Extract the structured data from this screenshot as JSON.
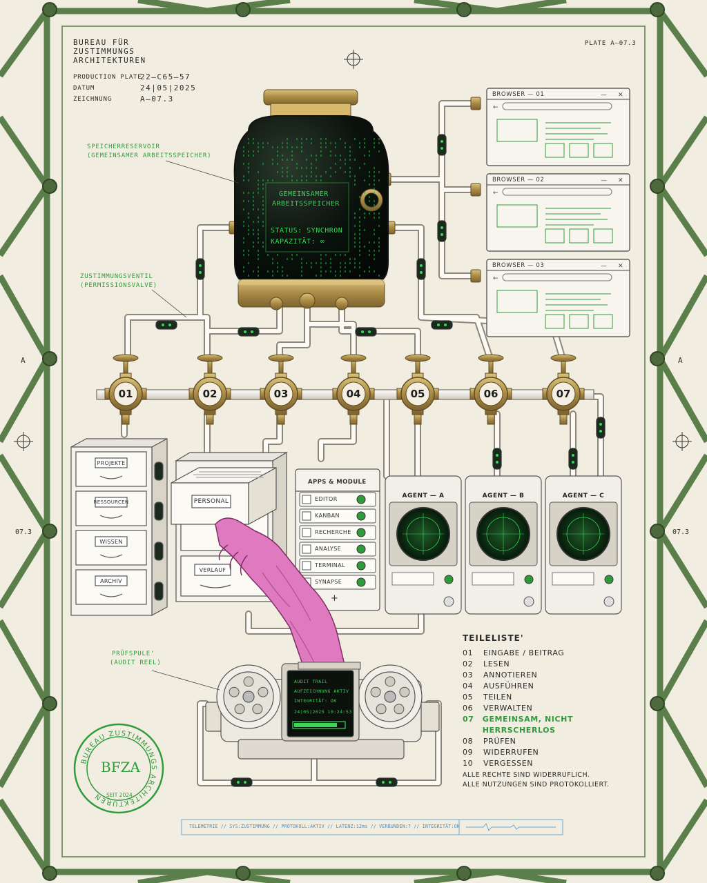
{
  "header": {
    "org_line1": "BUREAU FÜR",
    "org_line2": "ZUSTIMMUNGS",
    "org_line3": "ARCHITEKTUREN",
    "production_plate_label": "PRODUCTION PLATE",
    "production_plate_value": "22—C65—57",
    "datum_label": "DATUM",
    "datum_value": "24|05|2025",
    "zeichnung_label": "ZEICHNUNG",
    "zeichnung_value": "A—07.3",
    "plate_ref": "PLATE A—07.3"
  },
  "margins": {
    "left_letter": "A",
    "right_letter": "A",
    "left_number": "07.3",
    "right_number": "07.3"
  },
  "callouts": {
    "reservoir_line1": "SPEICHERRESERVOIR",
    "reservoir_line2": "(GEMEINSAMER ARBEITSSPEICHER)",
    "valve_line1": "ZUSTIMMUNGSVENTIL",
    "valve_line2": "(PERMISSIONSVALVE)",
    "reel_line1": "PRÜFSPULE'",
    "reel_line2": "(AUDIT REEL)"
  },
  "tank": {
    "line1": "GEMEINSAMER",
    "line2": "ARBEITSSPEICHER",
    "status": "STATUS: SYNCHRON",
    "capacity": "KAPAZITÄT: ∞"
  },
  "browsers": [
    {
      "title": "BROWSER — 01"
    },
    {
      "title": "BROWSER — 02"
    },
    {
      "title": "BROWSER — 03"
    }
  ],
  "valves": [
    "01",
    "02",
    "03",
    "04",
    "05",
    "06",
    "07"
  ],
  "cabinet": {
    "drawers": [
      "PROJEKTE",
      "RESSOURCEN",
      "WISSEN",
      "ARCHIV"
    ]
  },
  "personal_cabinet": {
    "open_drawer": "PERSONAL",
    "lower_drawer": "VERLAUF"
  },
  "apps": {
    "title": "APPS & MODULE",
    "items": [
      "EDITOR",
      "KANBAN",
      "RECHERCHE",
      "ANALYSE",
      "TERMINAL",
      "SYNAPSE"
    ],
    "add": "+"
  },
  "agents": [
    {
      "label": "AGENT — A"
    },
    {
      "label": "AGENT — B"
    },
    {
      "label": "AGENT — C"
    }
  ],
  "audit": {
    "line1": "AUDIT TRAIL",
    "line2": "AUFZEICHNUNG AKTIV",
    "line3": "INTEGRITÄT: OK",
    "line4": "24|05|2025 10:24:53"
  },
  "parts": {
    "title": "TEILELISTE'",
    "items": [
      {
        "num": "01",
        "label": "EINGABE / BEITRAG"
      },
      {
        "num": "02",
        "label": "LESEN"
      },
      {
        "num": "03",
        "label": "ANNOTIEREN"
      },
      {
        "num": "04",
        "label": "AUSFÜHREN"
      },
      {
        "num": "05",
        "label": "TEILEN"
      },
      {
        "num": "06",
        "label": "VERWALTEN"
      },
      {
        "num": "07",
        "label": "GEMEINSAM, NICHT HERRSCHERLOS"
      },
      {
        "num": "08",
        "label": "PRÜFEN"
      },
      {
        "num": "09",
        "label": "WIDERRUFEN"
      },
      {
        "num": "10",
        "label": "VERGESSEN"
      }
    ],
    "footer1": "ALLE RECHTE SIND WIDERRUFLICH.",
    "footer2": "ALLE NUTZUNGEN SIND PROTOKOLLIERT."
  },
  "stamp": {
    "ring_text": "BUREAU ZUSTIMMUNGS ARCHITEKTUREN",
    "monogram": "BFZA",
    "since": "SEIT 2024"
  },
  "telemetry": {
    "text": "TELEMETRIE // SYS:ZUSTIMMUNG // PROTOKOLL:AKTIV // LATENZ:12ms // VERBUNDEN:7 // INTEGRITÄT:OK"
  },
  "colors": {
    "frame": "#5b7f4a",
    "paper": "#f2ede1",
    "green_text": "#2f9b3a",
    "screen_green": "#39d45a",
    "brass": "#b89a55",
    "hand": "#e07ac0"
  }
}
